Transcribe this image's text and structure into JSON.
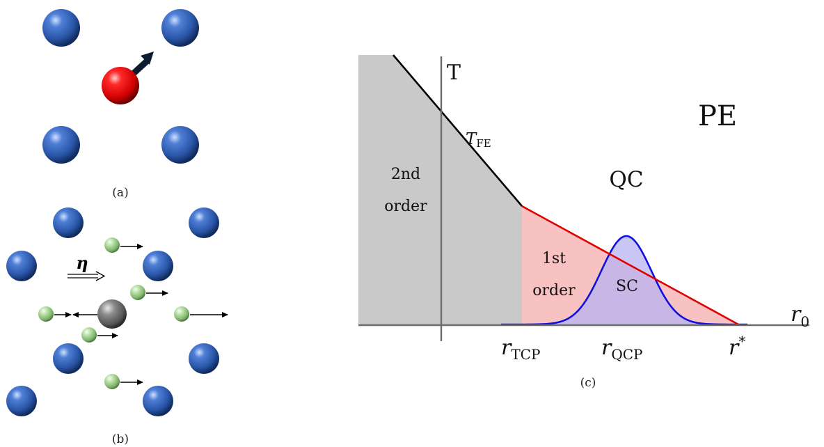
{
  "panel_a": {
    "caption": "(a)"
  },
  "panel_b": {
    "caption": "(b)",
    "eta_symbol": "η"
  },
  "panel_c": {
    "caption": "(c)",
    "axis_y_label": "T",
    "axis_x_label_main": "r",
    "axis_x_label_sub": "0",
    "region_pe": "PE",
    "region_qc": "QC",
    "region_sc": "SC",
    "region_second_line1": "2nd",
    "region_second_line2": "order",
    "region_first_line1": "1st",
    "region_first_line2": "order",
    "curve_tfe_main": "T",
    "curve_tfe_sub": "FE",
    "tick_tcp_main": "r",
    "tick_tcp_sub": "TCP",
    "tick_qcp_main": "r",
    "tick_qcp_sub": "QCP",
    "tick_star_main": "r",
    "tick_star_sup": "*"
  },
  "colors": {
    "blue_atom": "#2f5fb8",
    "red_atom": "#e01010",
    "green_atom": "#9fd08a",
    "gray_atom": "#6e6e6e",
    "second_order_fill": "#c9c9c9",
    "first_order_fill": "#f8c2c2",
    "first_order_line": "#e00000",
    "sc_fill": "#b8b3f2",
    "sc_line": "#1010e0",
    "axis": "#6b6b6b"
  }
}
